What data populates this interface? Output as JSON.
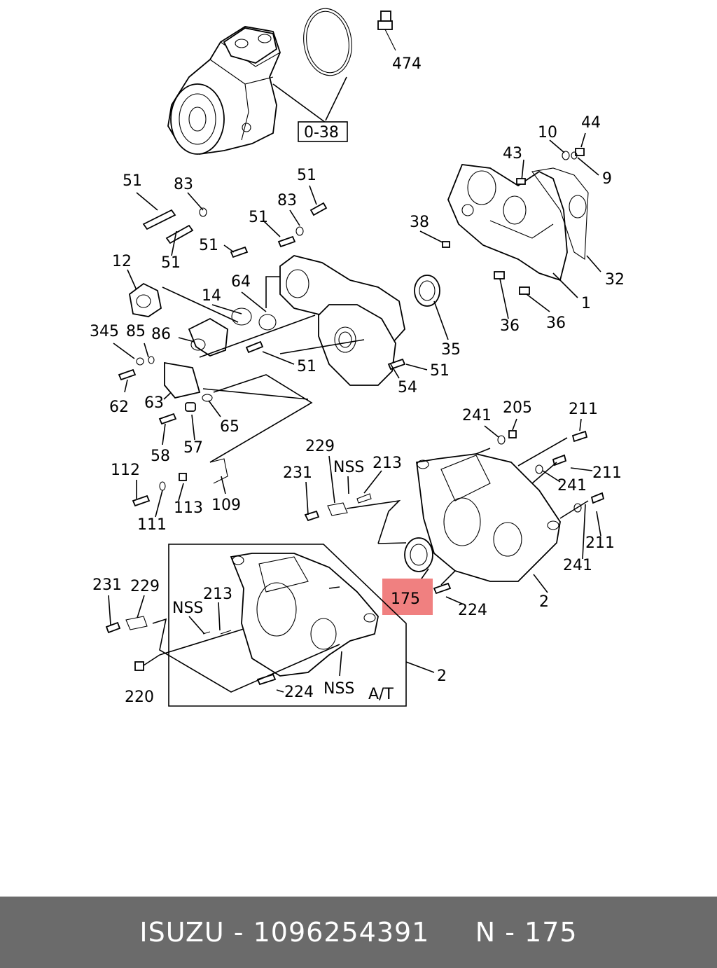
{
  "footer": {
    "text": "ISUZU - 1096254391     N - 175"
  },
  "colors": {
    "footer_background": "#6b6b6b",
    "footer_text": "#ffffff",
    "highlight": "#f08080"
  },
  "highlighted_part": "175",
  "parts": [
    {
      "key": "474",
      "label": "474"
    },
    {
      "key": "0-38",
      "label": "0-38"
    },
    {
      "key": "10",
      "label": "10"
    },
    {
      "key": "44",
      "label": "44"
    },
    {
      "key": "43",
      "label": "43"
    },
    {
      "key": "9",
      "label": "9"
    },
    {
      "key": "51a",
      "label": "51"
    },
    {
      "key": "83a",
      "label": "83"
    },
    {
      "key": "51b",
      "label": "51"
    },
    {
      "key": "51c",
      "label": "51"
    },
    {
      "key": "83b",
      "label": "83"
    },
    {
      "key": "51d",
      "label": "51"
    },
    {
      "key": "51e",
      "label": "51"
    },
    {
      "key": "38",
      "label": "38"
    },
    {
      "key": "32",
      "label": "32"
    },
    {
      "key": "12",
      "label": "12"
    },
    {
      "key": "14",
      "label": "14"
    },
    {
      "key": "64",
      "label": "64"
    },
    {
      "key": "1",
      "label": "1"
    },
    {
      "key": "36a",
      "label": "36"
    },
    {
      "key": "36b",
      "label": "36"
    },
    {
      "key": "345",
      "label": "345"
    },
    {
      "key": "85",
      "label": "85"
    },
    {
      "key": "86",
      "label": "86"
    },
    {
      "key": "35",
      "label": "35"
    },
    {
      "key": "51f",
      "label": "51"
    },
    {
      "key": "51g",
      "label": "51"
    },
    {
      "key": "62",
      "label": "62"
    },
    {
      "key": "63",
      "label": "63"
    },
    {
      "key": "54",
      "label": "54"
    },
    {
      "key": "65",
      "label": "65"
    },
    {
      "key": "241a",
      "label": "241"
    },
    {
      "key": "205",
      "label": "205"
    },
    {
      "key": "211a",
      "label": "211"
    },
    {
      "key": "58",
      "label": "58"
    },
    {
      "key": "57",
      "label": "57"
    },
    {
      "key": "229a",
      "label": "229"
    },
    {
      "key": "NSSa",
      "label": "NSS"
    },
    {
      "key": "213a",
      "label": "213"
    },
    {
      "key": "231a",
      "label": "231"
    },
    {
      "key": "112",
      "label": "112"
    },
    {
      "key": "211b",
      "label": "211"
    },
    {
      "key": "241b",
      "label": "241"
    },
    {
      "key": "113",
      "label": "113"
    },
    {
      "key": "109",
      "label": "109"
    },
    {
      "key": "111",
      "label": "111"
    },
    {
      "key": "211c",
      "label": "211"
    },
    {
      "key": "241c",
      "label": "241"
    },
    {
      "key": "175",
      "label": "175"
    },
    {
      "key": "231b",
      "label": "231"
    },
    {
      "key": "229b",
      "label": "229"
    },
    {
      "key": "213b",
      "label": "213"
    },
    {
      "key": "NSSb",
      "label": "NSS"
    },
    {
      "key": "2a",
      "label": "2"
    },
    {
      "key": "224a",
      "label": "224"
    },
    {
      "key": "224b",
      "label": "224"
    },
    {
      "key": "NSSc",
      "label": "NSS"
    },
    {
      "key": "2b",
      "label": "2"
    },
    {
      "key": "220",
      "label": "220"
    },
    {
      "key": "at",
      "label": "A/T"
    }
  ]
}
